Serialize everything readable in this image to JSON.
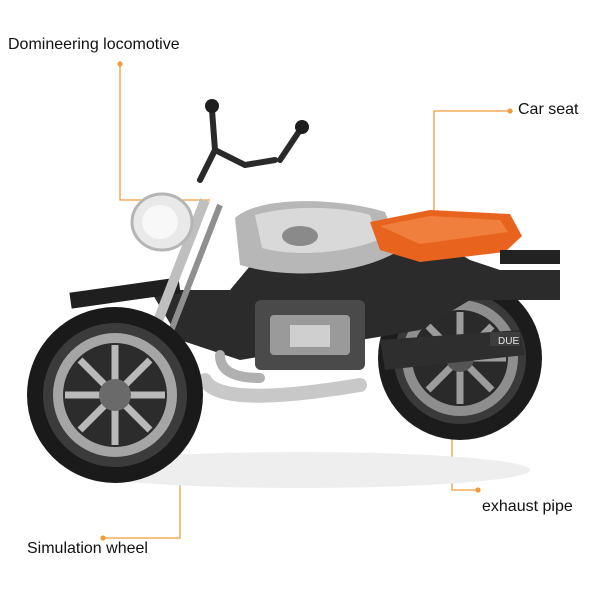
{
  "annotations": {
    "locomotive": "Domineering locomotive",
    "seat": "Car seat",
    "exhaust": "exhaust pipe",
    "wheel": "Simulation wheel"
  },
  "product_marking": "DUE",
  "colors": {
    "accent_line": "#f29a3c",
    "seat": "#e8641e",
    "frame": "#2b2b2b",
    "chrome": "#c8c8c8"
  }
}
